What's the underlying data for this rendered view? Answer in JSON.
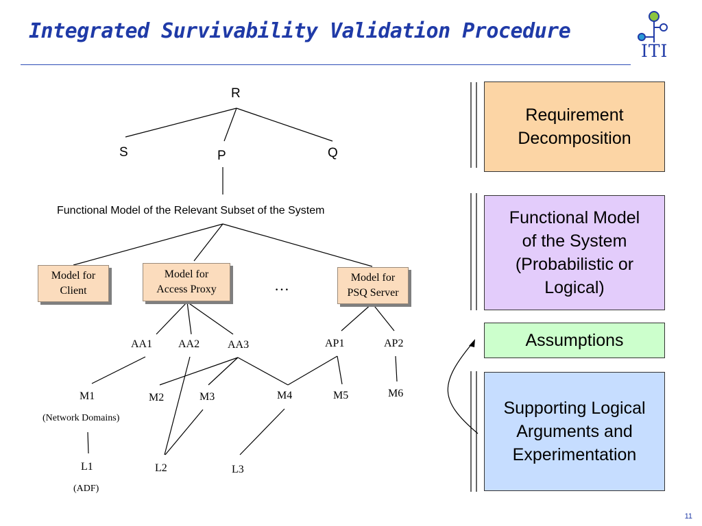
{
  "title": "Integrated Survivability Validation Procedure",
  "logo": {
    "text": "ITI",
    "icon": "iti-logo-icon"
  },
  "page_number": "11",
  "tree": {
    "root": "R",
    "children": [
      "S",
      "P",
      "Q"
    ],
    "functional_model_label": "Functional Model of the Relevant Subset of the System",
    "models": {
      "client": "Model for\nClient",
      "access_proxy": "Model for\nAccess Proxy",
      "ellipsis": "…",
      "psq_server": "Model for\nPSQ Server"
    },
    "attack_nodes": [
      "AA1",
      "AA2",
      "AA3",
      "AP1",
      "AP2"
    ],
    "mid_nodes": [
      "M1",
      "M2",
      "M3",
      "M4",
      "M5",
      "M6"
    ],
    "m1_note": "(Network Domains)",
    "leaf_nodes": [
      "L1",
      "L2",
      "L3"
    ],
    "l1_note": "(ADF)"
  },
  "side_boxes": {
    "requirement": {
      "text": "Requirement\nDecomposition",
      "color": "#fcd5a5"
    },
    "functional": {
      "text": "Functional Model\nof the System\n(Probabilistic or\nLogical)",
      "color": "#e3ccfb"
    },
    "assumptions": {
      "text": "Assumptions",
      "color": "#ccffcc"
    },
    "supporting": {
      "text": "Supporting Logical\nArguments and\nExperimentation",
      "color": "#c6ddff"
    }
  },
  "colors": {
    "title": "#1f3aa7",
    "model_box": "#fbdcbd"
  }
}
